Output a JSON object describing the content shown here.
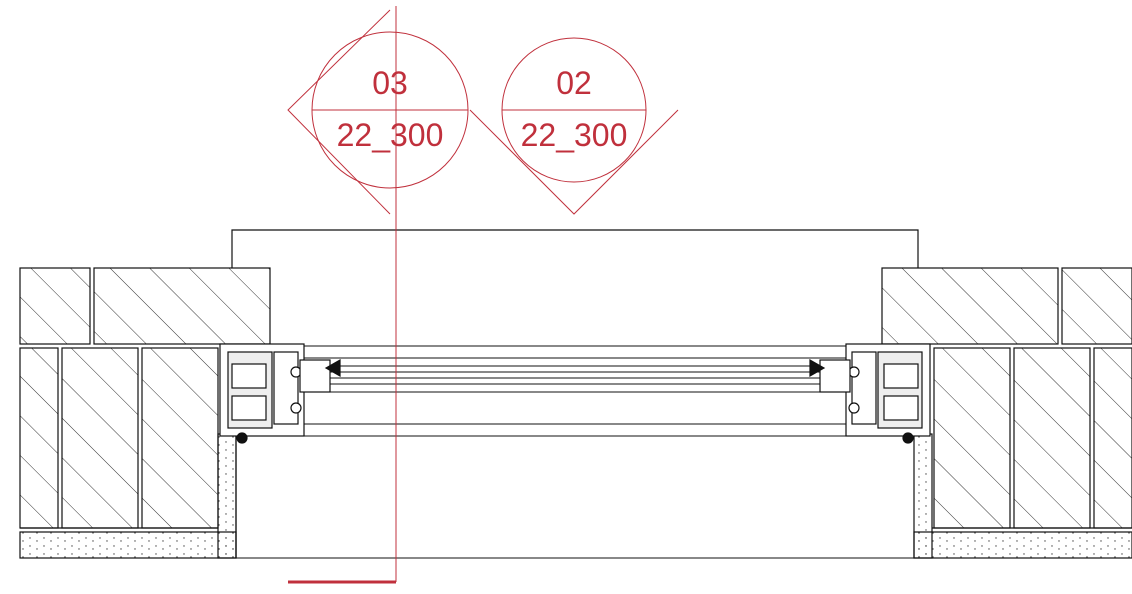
{
  "section_markers": [
    {
      "number": "03",
      "sheet": "22_300",
      "direction": "left"
    },
    {
      "number": "02",
      "sheet": "22_300",
      "direction": "down"
    }
  ],
  "colors": {
    "annotation": "#c0303c",
    "linework": "#111111",
    "hatch": "#222222",
    "background": "#ffffff"
  }
}
